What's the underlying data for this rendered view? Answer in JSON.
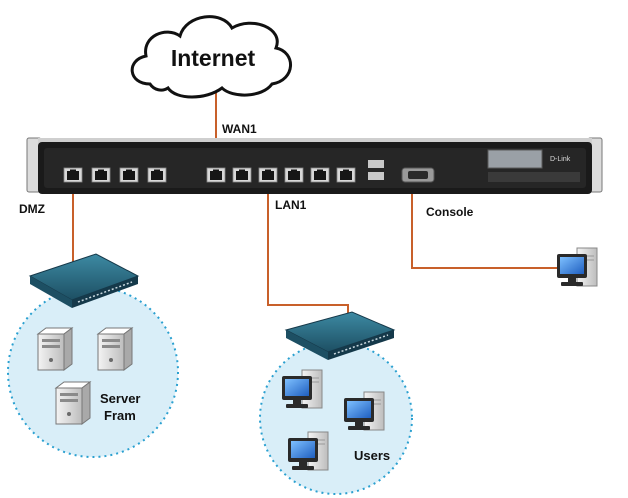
{
  "labels": {
    "cloud": "Internet",
    "wan1": "WAN1",
    "dmz": "DMZ",
    "lan1": "LAN1",
    "console": "Console",
    "server_line1": "Server",
    "server_line2": "Fram",
    "users": "Users"
  },
  "device": {
    "brand": "D-Link"
  },
  "colors": {
    "cable": "#c8602a",
    "cloud_outline": "#111111",
    "zone_fill": "#d9eef8",
    "zone_dash": "#2aa0d0",
    "device_body": "#1a1a1a",
    "device_panel": "#3a3a3a",
    "lcd": "#9aa0a6",
    "switch_top": "#2b6f86",
    "switch_front": "#1d4f63",
    "monitor_screen": "#2f7fe0",
    "pc_tower": "#e4e4e4"
  },
  "icons": {
    "cloud": "cloud-icon",
    "appliance": "firewall-appliance-icon",
    "switch": "network-switch-icon",
    "server": "server-tower-icon",
    "pc": "desktop-pc-icon"
  }
}
